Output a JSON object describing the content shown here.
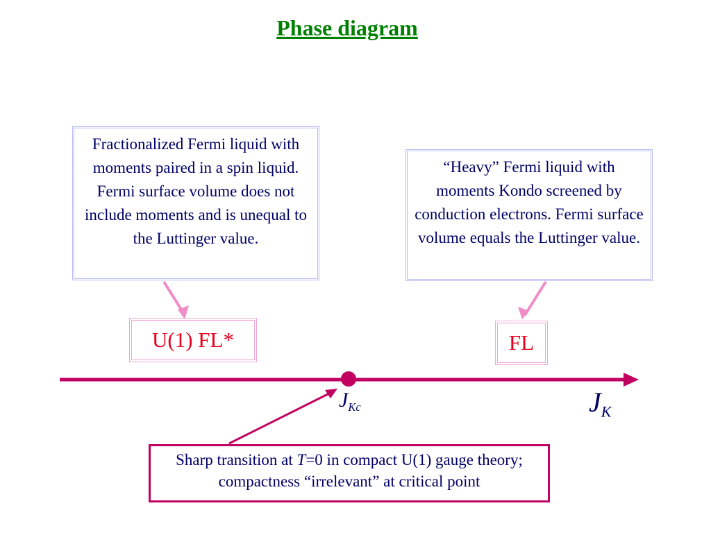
{
  "title": "Phase diagram",
  "left_box": {
    "text": "Fractionalized Fermi liquid with moments paired in a spin liquid. Fermi surface volume does not include moments and is unequal to the Luttinger value."
  },
  "right_box": {
    "text": "“Heavy” Fermi  liquid with moments Kondo screened by conduction electrons. Fermi surface volume equals the Luttinger value."
  },
  "phases": {
    "left": "U(1) FL*",
    "right": "FL"
  },
  "axis": {
    "critical_main": "J",
    "critical_sub": "Kc",
    "axis_main": "J",
    "axis_sub": "K"
  },
  "note": {
    "prefix": "Sharp transition at ",
    "var": "T",
    "suffix": "=0 in compact U(1) gauge theory; compactness “irrelevant” at critical point"
  },
  "colors": {
    "title": "#008000",
    "axis": "#c2005f",
    "phase_text": "#e8001e",
    "pink_arrow": "#f08cc8",
    "box_border": "#b9bdf0"
  }
}
